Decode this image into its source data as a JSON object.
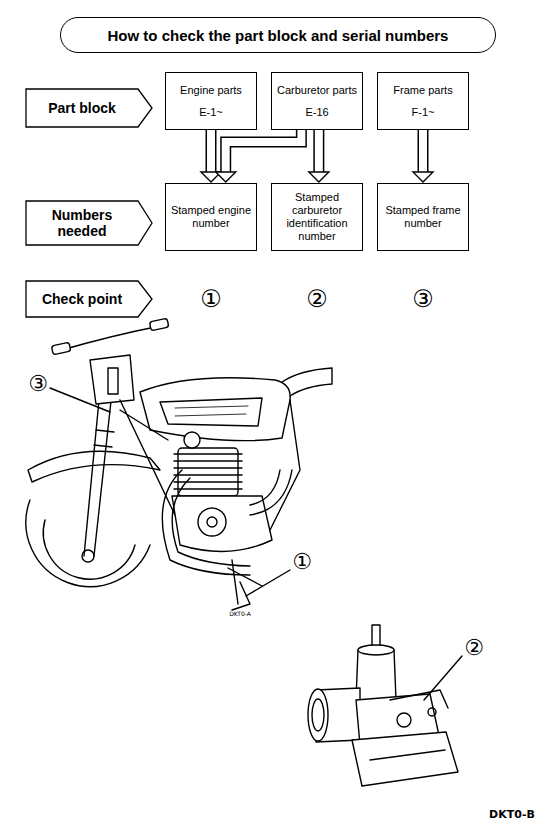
{
  "diagram": {
    "title": "How to check the part block and serial numbers",
    "nodes": [
      {
        "text": [
          "Part block"
        ]
      },
      {
        "text": [
          "Engine parts",
          "E-1~"
        ]
      },
      {
        "text": [
          "Carburetor parts",
          "E-16"
        ]
      },
      {
        "text": [
          "Frame parts",
          "F-1~"
        ]
      },
      {
        "text": [
          "Numbers needed"
        ]
      },
      {
        "text": [
          "Stamped engine number"
        ]
      },
      {
        "text": [
          "Stamped carburetor identification number"
        ]
      },
      {
        "text": [
          "Stamped frame number"
        ]
      },
      {
        "text": [
          "Check point"
        ]
      }
    ],
    "edges": [
      {
        "from": 1,
        "to": 5,
        "arrow": "to"
      },
      {
        "from": 2,
        "to": 5,
        "arrow": "to"
      },
      {
        "from": 2,
        "to": 6,
        "arrow": "to"
      },
      {
        "from": 3,
        "to": 7,
        "arrow": "to"
      }
    ],
    "labels": [
      "①",
      "②",
      "③",
      "③",
      "①",
      "DKT0-A",
      "②",
      "DKT0-B"
    ]
  }
}
